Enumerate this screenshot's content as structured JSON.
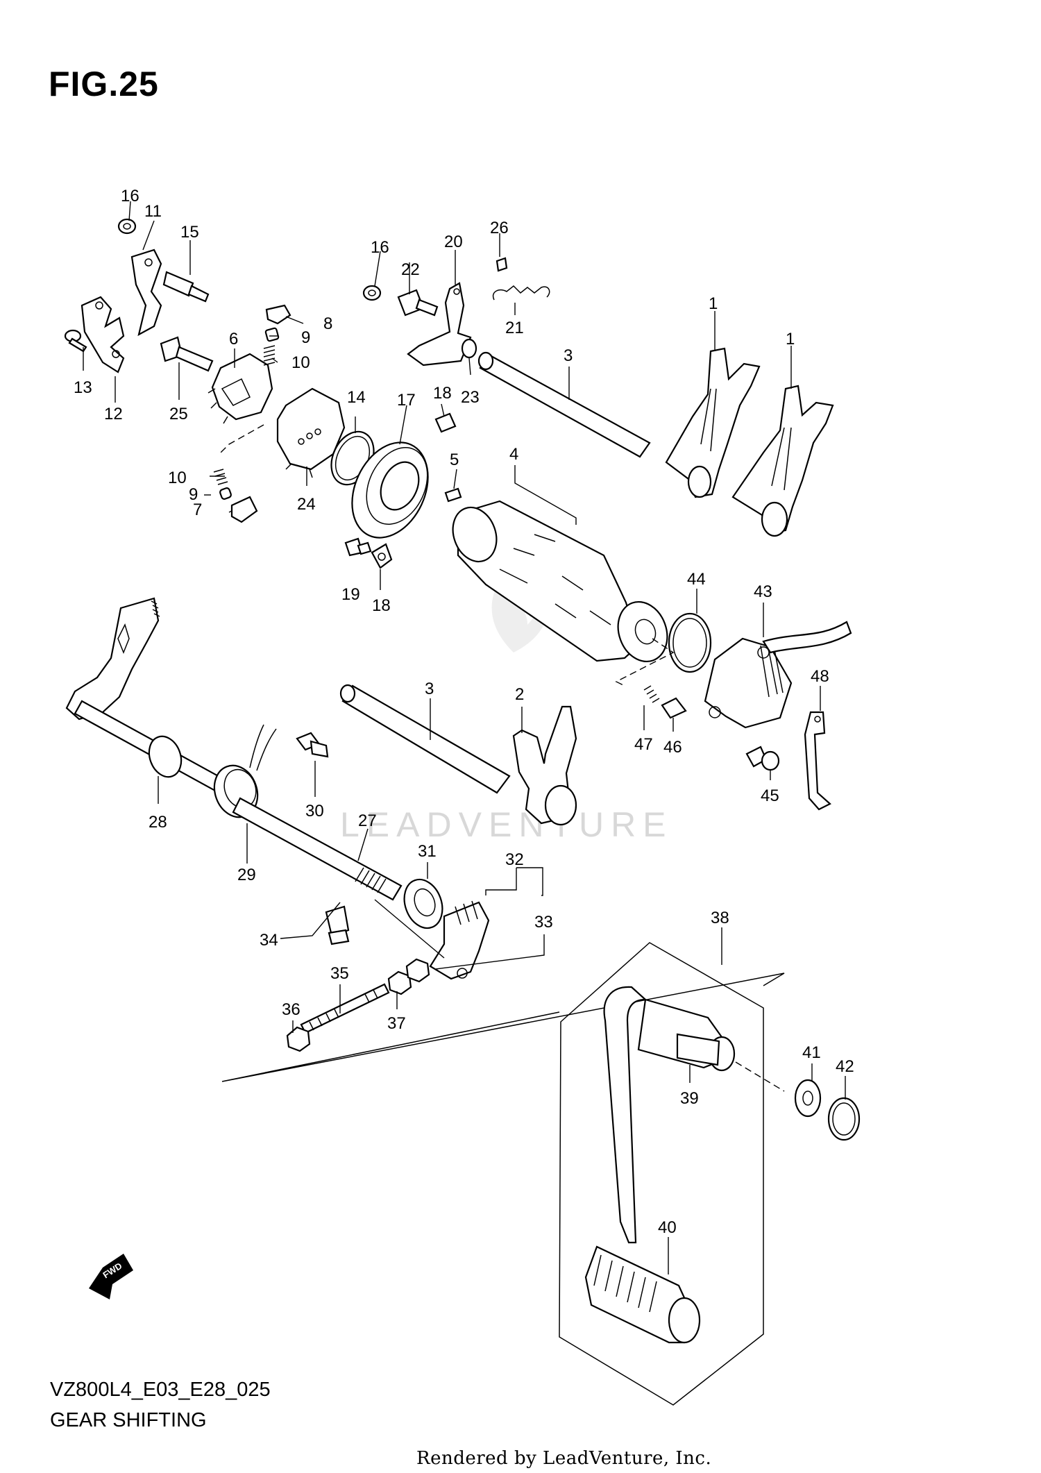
{
  "figure": {
    "title": "FIG.25",
    "model_code": "VZ800L4_E03_E28_025",
    "section_name": "GEAR SHIFTING",
    "rendered_by": "Rendered by LeadVenture, Inc.",
    "watermark": "LEADVENTURE",
    "fwd_label": "FWD"
  },
  "callouts": {
    "c1a": "1",
    "c1b": "1",
    "c2": "2",
    "c3a": "3",
    "c3b": "3",
    "c4": "4",
    "c5": "5",
    "c6": "6",
    "c7": "7",
    "c8": "8",
    "c9a": "9",
    "c9b": "9",
    "c10a": "10",
    "c10b": "10",
    "c11": "11",
    "c12": "12",
    "c13": "13",
    "c14": "14",
    "c15": "15",
    "c16a": "16",
    "c16b": "16",
    "c17": "17",
    "c18a": "18",
    "c18b": "18",
    "c19": "19",
    "c20": "20",
    "c21": "21",
    "c22": "22",
    "c23": "23",
    "c24": "24",
    "c25": "25",
    "c26": "26",
    "c27": "27",
    "c28": "28",
    "c29": "29",
    "c30": "30",
    "c31": "31",
    "c32": "32",
    "c33": "33",
    "c34": "34",
    "c35": "35",
    "c36": "36",
    "c37": "37",
    "c38": "38",
    "c39": "39",
    "c40": "40",
    "c41": "41",
    "c42": "42",
    "c43": "43",
    "c44": "44",
    "c45": "45",
    "c46": "46",
    "c47": "47",
    "c48": "48"
  }
}
